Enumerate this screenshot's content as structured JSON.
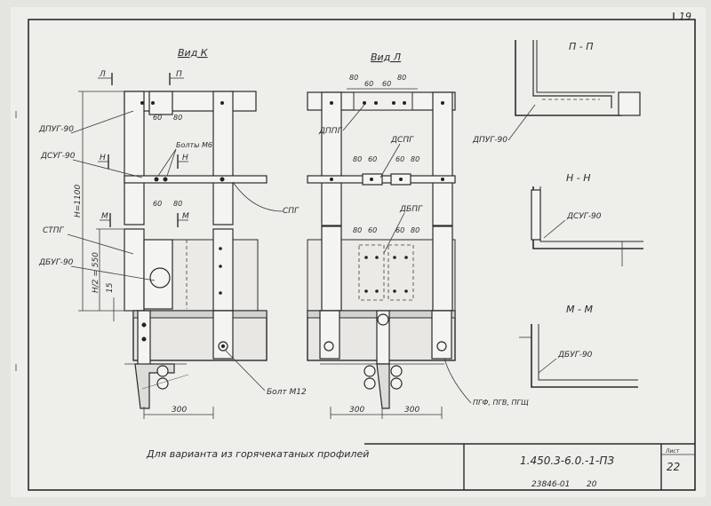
{
  "sheet_number": "19",
  "views": {
    "view_k": "Вид К",
    "view_l": "Вид Л",
    "section_pp": "П - П",
    "section_nn": "Н - Н",
    "section_mm": "М - М"
  },
  "markers": {
    "l": "Л",
    "p": "П",
    "n": "Н",
    "m": "М"
  },
  "parts": {
    "dpug": "ДПУГ-90",
    "dsug": "ДСУГ-90",
    "dbug": "ДБУГ-90",
    "stpg": "СТПГ",
    "spg": "СПГ",
    "dppg": "ДППГ",
    "dspg": "ДСПГ",
    "dbpg": "ДБПГ",
    "bolts_m6": "Болты М6",
    "bolt_m12": "Болт М12",
    "profiles": "ПГФ, ПГВ, ПГЩ"
  },
  "dims": {
    "d60": "60",
    "d80": "80",
    "d300": "300",
    "h1100": "H=1100",
    "h550": "H/2 = 550",
    "d15": "15"
  },
  "caption": "Для варианта из горячекатаных профилей",
  "title_block": {
    "code": "1.450.3-6.0.-1-ПЗ",
    "sheet_label": "Лист",
    "sheet_value": "22",
    "inventory": "23846-01",
    "inventory_suffix": "20"
  }
}
